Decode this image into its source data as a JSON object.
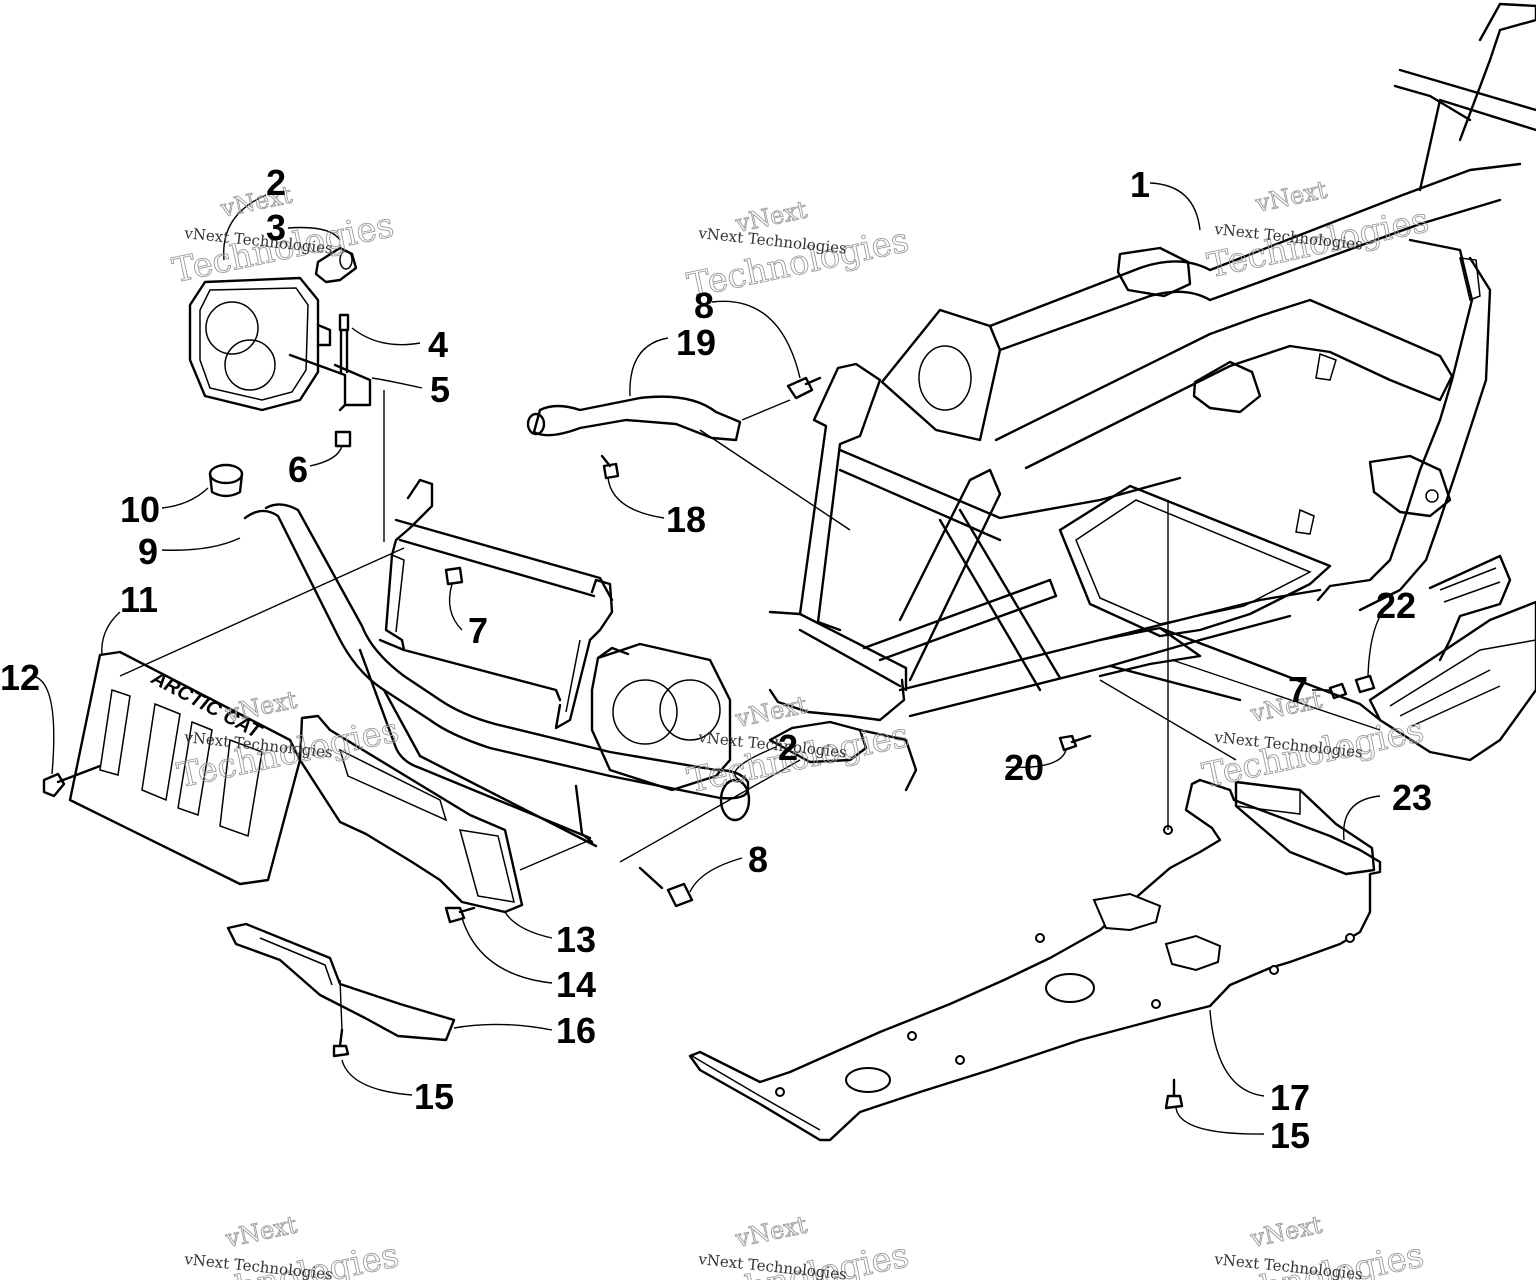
{
  "callouts": [
    {
      "id": "c1",
      "label": "1"
    },
    {
      "id": "c2a",
      "label": "2"
    },
    {
      "id": "c3",
      "label": "3"
    },
    {
      "id": "c4",
      "label": "4"
    },
    {
      "id": "c5",
      "label": "5"
    },
    {
      "id": "c6",
      "label": "6"
    },
    {
      "id": "c7a",
      "label": "7"
    },
    {
      "id": "c8a",
      "label": "8"
    },
    {
      "id": "c9",
      "label": "9"
    },
    {
      "id": "c10",
      "label": "10"
    },
    {
      "id": "c11",
      "label": "11"
    },
    {
      "id": "c12",
      "label": "12"
    },
    {
      "id": "c13",
      "label": "13"
    },
    {
      "id": "c14",
      "label": "14"
    },
    {
      "id": "c15a",
      "label": "15"
    },
    {
      "id": "c16",
      "label": "16"
    },
    {
      "id": "c18",
      "label": "18"
    },
    {
      "id": "c19",
      "label": "19"
    },
    {
      "id": "c2b",
      "label": "2"
    },
    {
      "id": "c8b",
      "label": "8"
    },
    {
      "id": "c20",
      "label": "20"
    },
    {
      "id": "c22",
      "label": "22"
    },
    {
      "id": "c7b",
      "label": "7"
    },
    {
      "id": "c23",
      "label": "23"
    },
    {
      "id": "c17",
      "label": "17"
    },
    {
      "id": "c15b",
      "label": "15"
    }
  ],
  "watermark": {
    "line1": "vNext",
    "line2": "vNext Technologies",
    "line3": "Technologies"
  },
  "grille_logo": "ARCTIC CAT"
}
